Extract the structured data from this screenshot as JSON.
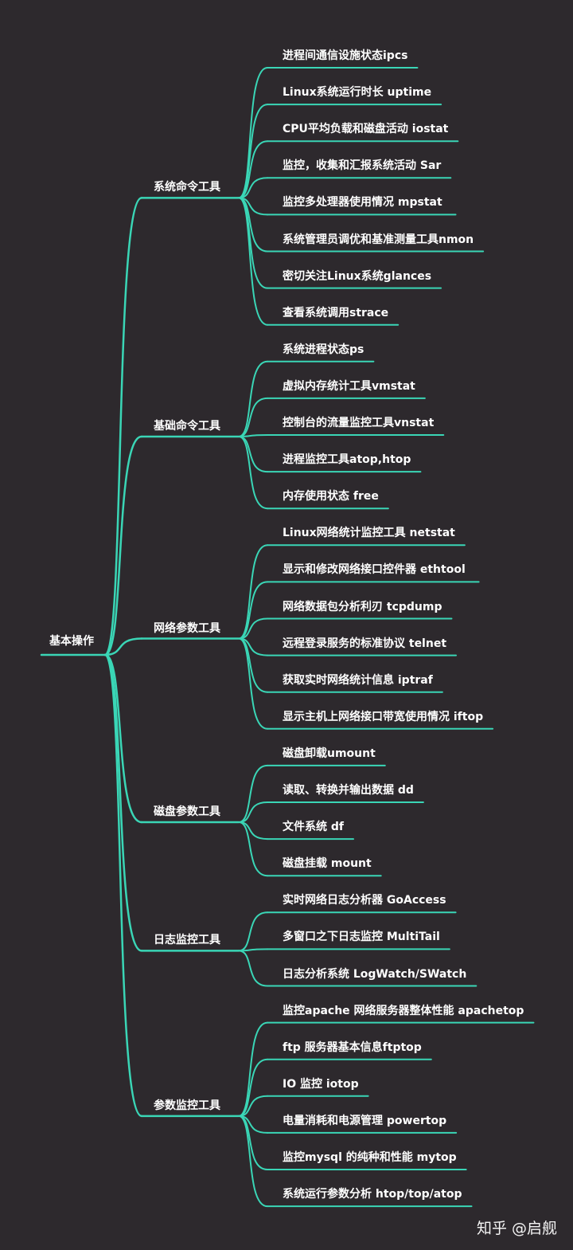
{
  "root": {
    "label": "基本操作"
  },
  "branches": [
    {
      "label": "系统命令工具",
      "items": [
        "进程间通信设施状态ipcs",
        "Linux系统运行时长 uptime",
        "CPU平均负载和磁盘活动 iostat",
        "监控，收集和汇报系统活动 Sar",
        "监控多处理器使用情况  mpstat",
        "系统管理员调优和基准测量工具nmon",
        "密切关注Linux系统glances",
        "查看系统调用strace"
      ]
    },
    {
      "label": "基础命令工具",
      "items": [
        "系统进程状态ps",
        "虚拟内存统计工具vmstat",
        "控制台的流量监控工具vnstat",
        "进程监控工具atop,htop",
        "内存使用状态 free"
      ]
    },
    {
      "label": "网络参数工具",
      "items": [
        "Linux网络统计监控工具 netstat",
        "显示和修改网络接口控件器  ethtool",
        "网络数据包分析利刃 tcpdump",
        "远程登录服务的标准协议 telnet",
        "获取实时网络统计信息 iptraf",
        "显示主机上网络接口带宽使用情况 iftop"
      ]
    },
    {
      "label": "磁盘参数工具",
      "items": [
        "磁盘卸载umount",
        "读取、转换并输出数据 dd",
        "文件系统 df",
        "磁盘挂载 mount"
      ]
    },
    {
      "label": "日志监控工具",
      "items": [
        "实时网络日志分析器 GoAccess",
        "多窗口之下日志监控 MultiTail",
        "日志分析系统 LogWatch/SWatch"
      ]
    },
    {
      "label": "参数监控工具",
      "items": [
        "监控apache 网络服务器整体性能 apachetop",
        "ftp 服务器基本信息ftptop",
        "IO 监控 iotop",
        "电量消耗和电源管理 powertop",
        "监控mysql 的纯种和性能 mytop",
        "系统运行参数分析 htop/top/atop"
      ]
    }
  ],
  "watermark": "知乎 @启舰",
  "colors": {
    "background": "#2d292d",
    "line": "#3ad6b6",
    "text": "#ffffff"
  }
}
